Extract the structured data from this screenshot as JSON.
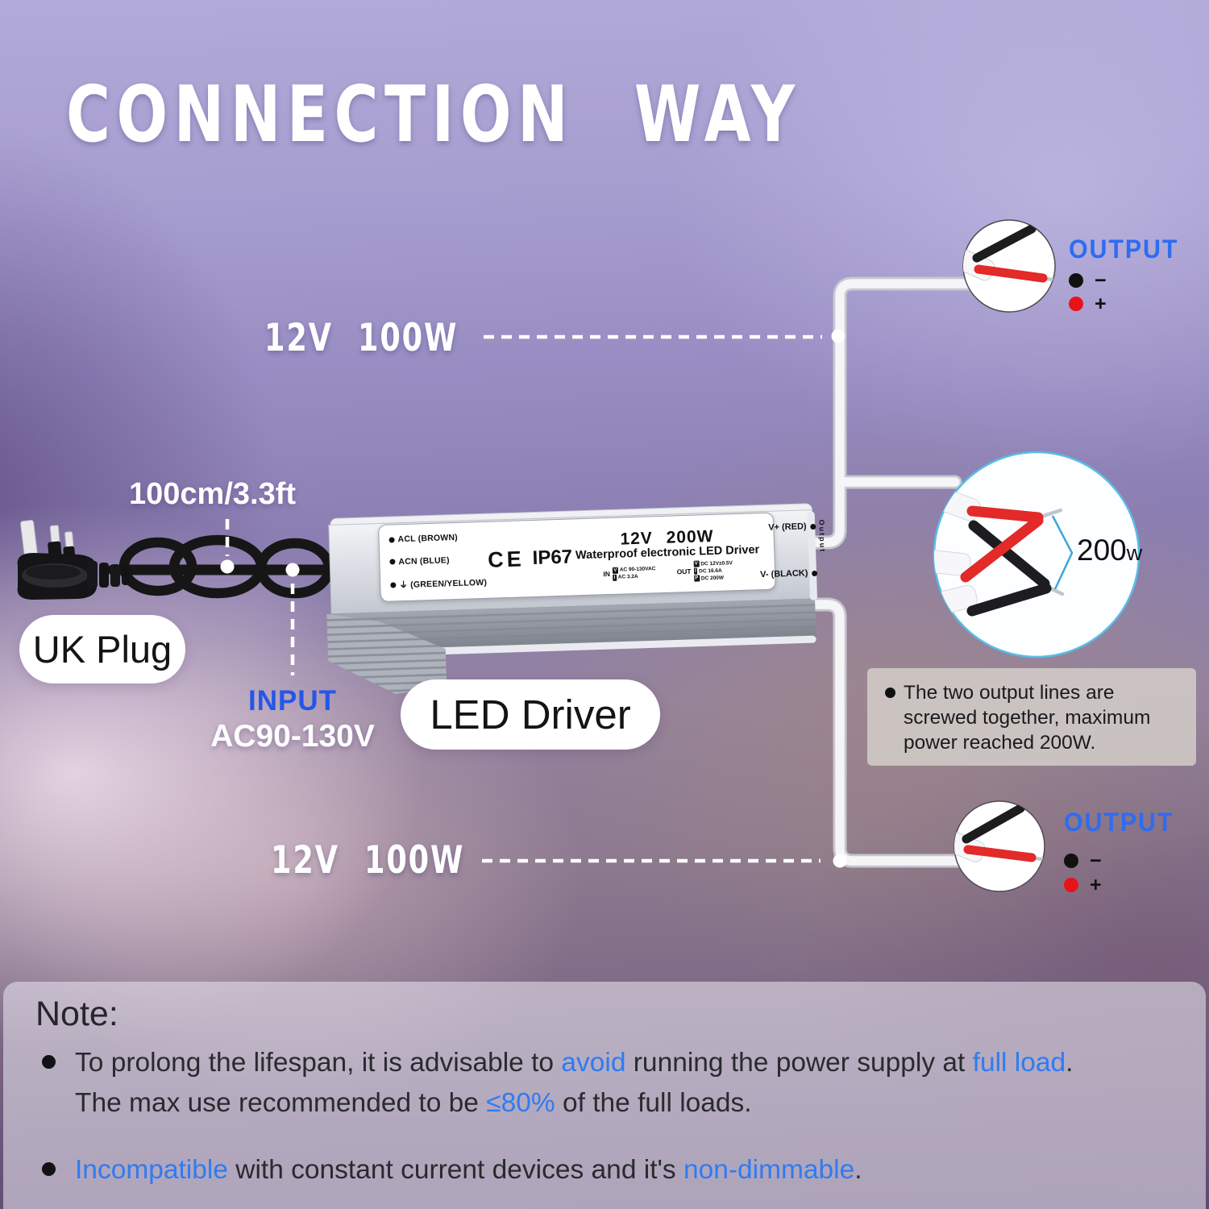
{
  "title": "CONNECTION WAY",
  "labels": {
    "top_line": "12V 100W",
    "bottom_line": "12V 100W",
    "cable_length": "100cm/3.3ft",
    "uk_plug": "UK Plug",
    "input_title": "INPUT",
    "input_voltage": "AC90-130V",
    "led_driver": "LED Driver",
    "output_top": "OUTPUT",
    "output_bottom": "OUTPUT",
    "minus": "−",
    "plus": "+",
    "max_power_value": "200",
    "max_power_unit": "w"
  },
  "device_label": {
    "terminals": [
      "ACL (BROWN)",
      "ACN (BLUE)",
      "⏚ (GREEN/YELLOW)"
    ],
    "ce_mark": "CE",
    "ip_rating": "IP67",
    "rating": "12V 200W",
    "product_name": "Waterproof electronic LED Driver",
    "in_label": "IN",
    "out_label": "OUT",
    "in_rows": [
      {
        "chip": "V",
        "text": "AC 90-130VAC"
      },
      {
        "chip": "I",
        "text": "AC 3.2A"
      }
    ],
    "out_rows": [
      {
        "chip": "V",
        "text": "DC 12V±0.5V"
      },
      {
        "chip": "I",
        "text": "DC 16.6A"
      },
      {
        "chip": "P",
        "text": "DC 200W"
      }
    ],
    "v_plus": "V+ (RED)",
    "v_minus": "V- (BLACK)",
    "side_text": "Output"
  },
  "callout": {
    "parts": [
      {
        "text": "The two output lines are"
      },
      {
        "br": true
      },
      {
        "text": "screwed together, maximum"
      },
      {
        "br": true
      },
      {
        "text": "power reached 200W."
      }
    ]
  },
  "note": {
    "title": "Note:",
    "items": [
      {
        "parts": [
          {
            "text": "To prolong the lifespan, it is advisable to "
          },
          {
            "text": "avoid",
            "blue": true
          },
          {
            "text": " running the power supply at "
          },
          {
            "text": "full load",
            "blue": true
          },
          {
            "text": "."
          },
          {
            "br": true
          },
          {
            "text": "The max use recommended to be "
          },
          {
            "text": "≤80%",
            "blue": true
          },
          {
            "text": " of the full loads."
          }
        ]
      },
      {
        "parts": [
          {
            "text": "Incompatible",
            "blue": true
          },
          {
            "text": " with constant current devices and it's "
          },
          {
            "text": "non-dimmable",
            "blue": true
          },
          {
            "text": "."
          }
        ]
      }
    ]
  },
  "colors": {
    "accent_blue": "#2e6cf0",
    "note_blue": "#2f7bf2",
    "wire_red": "#e22a28",
    "wire_black": "#1d1d1f",
    "circle_border_blue": "#58bde8",
    "white_wire": "#f5f5f7"
  }
}
